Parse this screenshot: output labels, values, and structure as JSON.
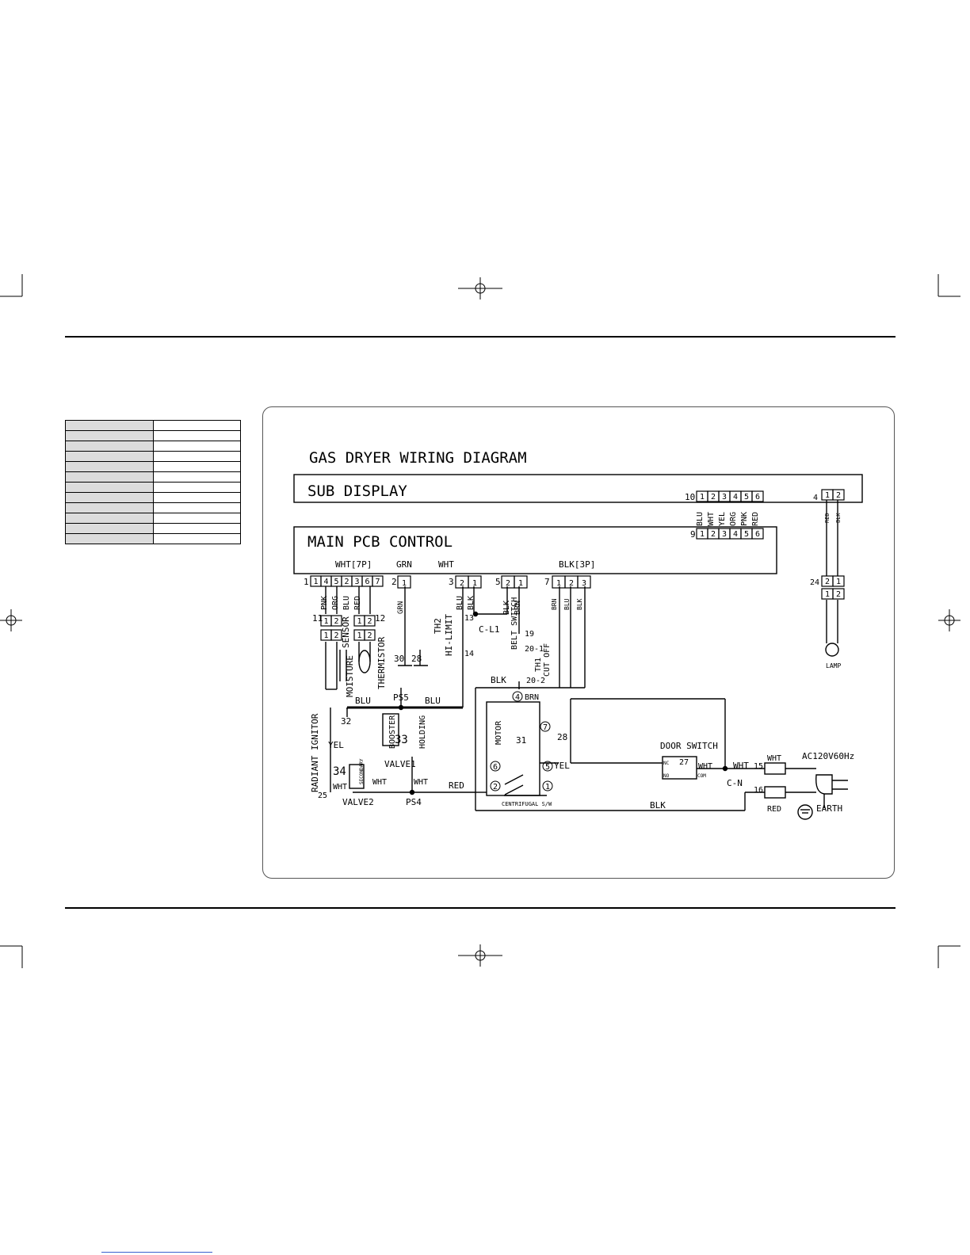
{
  "diagram": {
    "title": "GAS DRYER WIRING DIAGRAM",
    "sub_display": "SUB DISPLAY",
    "main_pcb": "MAIN PCB CONTROL",
    "connectors": {
      "c10": "10",
      "c10_pins": [
        "1",
        "2",
        "3",
        "4",
        "5",
        "6"
      ],
      "c9": "9",
      "c9_pins": [
        "1",
        "2",
        "3",
        "4",
        "5",
        "6"
      ],
      "c10_colors": [
        "BLU",
        "WHT",
        "YEL",
        "ORG",
        "PNK",
        "RED"
      ],
      "c4": "4",
      "c4_pins": [
        "1",
        "2"
      ],
      "c4_colors": [
        "RED",
        "BLK"
      ],
      "c24": "24",
      "c1": "1",
      "c1_label": "WHT[7P]",
      "c1_pins": [
        "1",
        "4",
        "5",
        "2",
        "3",
        "6",
        "7"
      ],
      "c1_colors": [
        "PNK",
        "ORG",
        "BLU",
        "RED"
      ],
      "c2": "2",
      "c2_label": "GRN",
      "c2_pin": "1",
      "c2_color": "GRN",
      "c3": "3",
      "c3_label": "WHT",
      "c3_pins": [
        "2",
        "1"
      ],
      "c3_colors": [
        "BLU",
        "BLK"
      ],
      "c5": "5",
      "c5_pins": [
        "2",
        "1"
      ],
      "c5_colors": [
        "BLK",
        "BRN"
      ],
      "c7": "7",
      "c7_label": "BLK[3P]",
      "c7_pins": [
        "1",
        "2",
        "3"
      ],
      "c7_colors": [
        "BRN",
        "BLU",
        "BLK"
      ],
      "c11": "11",
      "c12": "12"
    },
    "labels": {
      "moisture": "MOISTURE",
      "sensor": "SENSOR",
      "thermistor": "THERMISTOR",
      "n30": "30",
      "n28a": "28",
      "th2": "TH2",
      "hi_limit": "HI-LIMIT",
      "n13": "13",
      "n14": "14",
      "cl1": "C-L1",
      "belt_switch": "BELT SWITCH",
      "n19": "19",
      "n20_1": "20-1",
      "n20_2": "20-2",
      "th1": "TH1",
      "cut_off": "CUT OFF",
      "blk": "BLK",
      "blu": "BLU",
      "ps5": "PS5",
      "ps4": "PS4",
      "brn": "BRN",
      "motor": "MOTOR",
      "n4": "4",
      "n7": "7",
      "n28b": "28",
      "n31": "31",
      "n6": "6",
      "n5": "5",
      "n2": "2",
      "n1": "1",
      "yel": "YEL",
      "centrifugal": "CENTRIFUGAL S/W",
      "radiant_ignitor": "RADIANT IGNITOR",
      "n32": "32",
      "n33": "33",
      "n34": "34",
      "n25": "25",
      "booster": "BOOSTER",
      "holding": "HOLDING",
      "valve1": "VALVE1",
      "valve2": "VALVE2",
      "secondary": "SECONDARY",
      "wht": "WHT",
      "red": "RED",
      "door_switch": "DOOR SWITCH",
      "nc": "NC",
      "no": "NO",
      "com": "COM",
      "n27": "27",
      "cn": "C-N",
      "n15": "15",
      "n16": "16",
      "ac": "AC120V60Hz",
      "earth": "EARTH",
      "lamp": "LAMP",
      "n10": "10"
    }
  },
  "legend_rows": 12
}
